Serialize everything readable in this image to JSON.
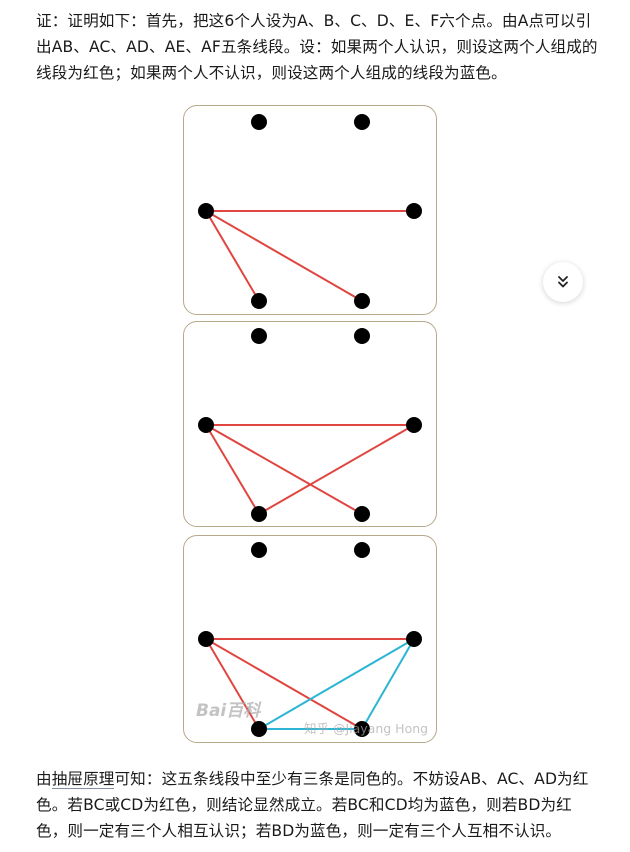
{
  "intro": {
    "text": "证：证明如下：首先，把这6个人设为A、B、C、D、E、F六个点。由A点可以引出AB、AC、AD、AE、AF五条线段。设：如果两个人认识，则设这两个人组成的线段为红色；如果两个人不认识，则设这两个人组成的线段为蓝色。"
  },
  "colors": {
    "red": "#e0453f",
    "blue": "#2cb5d4",
    "node": "#000000",
    "frame": "#b7a98a"
  },
  "figures": [
    {
      "edges": [
        {
          "from": "left",
          "to": "right",
          "color": "red"
        },
        {
          "from": "left",
          "to": "bottom-left",
          "color": "red"
        },
        {
          "from": "left",
          "to": "bottom-right",
          "color": "red"
        }
      ]
    },
    {
      "edges": [
        {
          "from": "left",
          "to": "right",
          "color": "red"
        },
        {
          "from": "left",
          "to": "bottom-left",
          "color": "red"
        },
        {
          "from": "left",
          "to": "bottom-right",
          "color": "red"
        },
        {
          "from": "right",
          "to": "bottom-left",
          "color": "red"
        }
      ]
    },
    {
      "edges": [
        {
          "from": "left",
          "to": "right",
          "color": "red"
        },
        {
          "from": "left",
          "to": "bottom-left",
          "color": "red"
        },
        {
          "from": "left",
          "to": "bottom-right",
          "color": "red"
        },
        {
          "from": "right",
          "to": "bottom-left",
          "color": "blue"
        },
        {
          "from": "right",
          "to": "bottom-right",
          "color": "blue"
        },
        {
          "from": "bottom-left",
          "to": "bottom-right",
          "color": "blue"
        }
      ],
      "watermarks": {
        "baidu": "Bai百科",
        "zhihu": "知乎 @Jiayang Hong"
      }
    }
  ],
  "outro": {
    "prefix": "由",
    "link": "抽屉原理",
    "suffix": "可知：这五条线段中至少有三条是同色的。不妨设AB、AC、AD为红色。若BC或CD为红色，则结论显然成立。若BC和CD均为蓝色，则若BD为红色，则一定有三个人相互认识；若BD为蓝色，则一定有三个人互相不认识。"
  },
  "scroll_button": {
    "icon": "double-chevron-down-icon"
  }
}
